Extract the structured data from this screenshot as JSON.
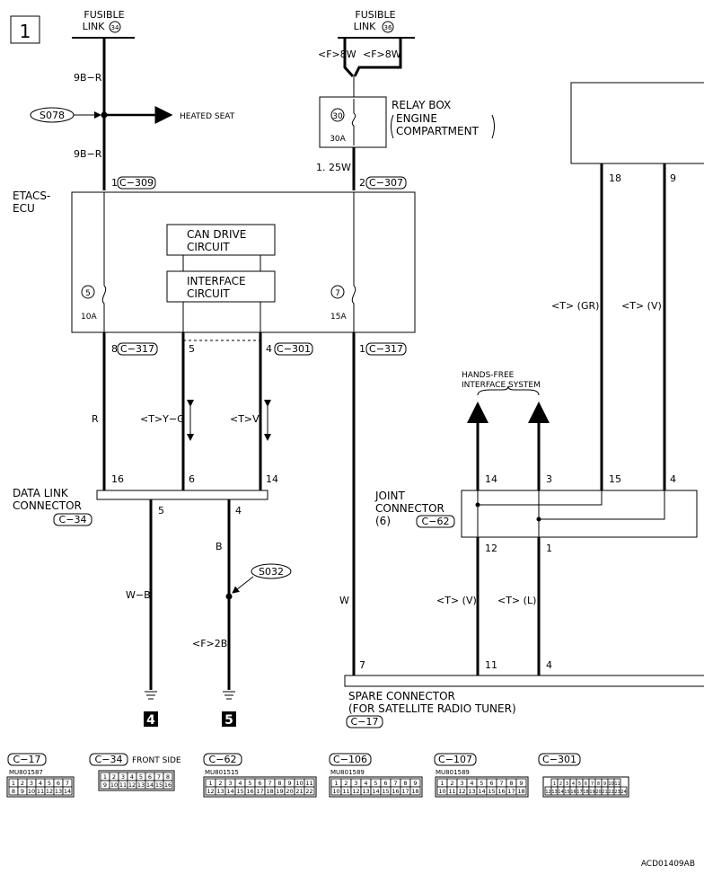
{
  "page": {
    "number": "1",
    "ref_code": "ACD01409AB"
  },
  "fusible_links": [
    {
      "line1": "FUSIBLE",
      "line2": "LINK",
      "num": "34"
    },
    {
      "line1": "FUSIBLE",
      "line2": "LINK",
      "num": "36"
    }
  ],
  "wire_labels": {
    "w_9br_top": "9B−R",
    "w_9br_bot": "9B−R",
    "f8w_left": "<F>8W",
    "f8w_right": "<F>8W",
    "w_125w": "1. 25W",
    "w_r": "R",
    "w_tyg": "<T>Y−G",
    "w_tv": "<T>V",
    "w_wb": "W−B",
    "w_b": "B",
    "w_f2b": "<F>2B",
    "w_w": "W",
    "w_tgr": "<T> (GR)",
    "w_tv2": "<T> (V)",
    "w_tv3": "<T> (V)",
    "w_tl": "<T> (L)"
  },
  "splices": {
    "s078": "S078",
    "s032": "S032"
  },
  "heated_seat": "HEATED SEAT",
  "relay_box": {
    "line1": "RELAY BOX",
    "line2": "ENGINE",
    "line3": "COMPARTMENT",
    "fuse_num": "30",
    "fuse_amp": "30A"
  },
  "etacs": {
    "line1": "ETACS-",
    "line2": "ECU",
    "fuse5_num": "5",
    "fuse5_amp": "10A",
    "fuse7_num": "7",
    "fuse7_amp": "15A",
    "can1": "CAN DRIVE",
    "can2": "CIRCUIT",
    "if1": "INTERFACE",
    "if2": "CIRCUIT"
  },
  "pins": {
    "p1": "1",
    "c309": "C−309",
    "p2": "2",
    "c307": "C−307",
    "p8": "8",
    "c317a": "C−317",
    "p5": "5",
    "p4": "4",
    "c301": "C−301",
    "p1b": "1",
    "c317b": "C−317",
    "p18": "18",
    "p9": "9",
    "p16": "16",
    "p6": "6",
    "p14": "14",
    "p5b": "5",
    "p4b": "4",
    "p14b": "14",
    "p3": "3",
    "p15": "15",
    "p4c": "4",
    "p12": "12",
    "p1c": "1",
    "p7": "7",
    "p11": "11",
    "p4d": "4"
  },
  "data_link": {
    "line1": "DATA LINK",
    "line2": "CONNECTOR",
    "conn": "C−34"
  },
  "hands_free": {
    "line1": "HANDS-FREE",
    "line2": "INTERFACE SYSTEM"
  },
  "joint": {
    "line1": "JOINT",
    "line2": "CONNECTOR",
    "line3": "(6)",
    "conn": "C−62"
  },
  "spare": {
    "line1": "SPARE CONNECTOR",
    "line2": "(FOR SATELLITE RADIO TUNER)",
    "conn": "C−17"
  },
  "grounds": {
    "g4": "4",
    "g5": "5"
  },
  "connector_views": [
    {
      "name": "C−17",
      "part": "MU801587",
      "row1": [
        "1",
        "2",
        "3",
        "4",
        "5",
        "6",
        "7"
      ],
      "row2": [
        "8",
        "9",
        "10",
        "11",
        "12",
        "13",
        "14"
      ]
    },
    {
      "name": "C−34",
      "suffix": "FRONT SIDE",
      "row1": [
        "1",
        "2",
        "3",
        "4",
        "5",
        "6",
        "7",
        "8"
      ],
      "row2": [
        "9",
        "10",
        "11",
        "12",
        "13",
        "14",
        "15",
        "16"
      ]
    },
    {
      "name": "C−62",
      "part": "MU801515",
      "row1": [
        "1",
        "2",
        "3",
        "4",
        "5",
        "6",
        "7",
        "8",
        "9",
        "10",
        "11"
      ],
      "row2": [
        "12",
        "13",
        "14",
        "15",
        "16",
        "17",
        "18",
        "19",
        "20",
        "21",
        "22"
      ]
    },
    {
      "name": "C−106",
      "part": "MU801589",
      "row1": [
        "1",
        "2",
        "3",
        "4",
        "5",
        "6",
        "7",
        "8",
        "9"
      ],
      "row2": [
        "10",
        "11",
        "12",
        "13",
        "14",
        "15",
        "16",
        "17",
        "18"
      ]
    },
    {
      "name": "C−107",
      "part": "MU801589",
      "row1": [
        "1",
        "2",
        "3",
        "4",
        "5",
        "6",
        "7",
        "8",
        "9"
      ],
      "row2": [
        "10",
        "11",
        "12",
        "13",
        "14",
        "15",
        "16",
        "17",
        "18"
      ]
    },
    {
      "name": "C−301",
      "row1": [
        "1",
        "2",
        "3",
        "4",
        "5",
        "6",
        "7",
        "8",
        "9",
        "10",
        "11"
      ],
      "row2": [
        "12",
        "13",
        "14",
        "15",
        "16",
        "17",
        "18",
        "19",
        "20",
        "21",
        "22",
        "23",
        "24"
      ]
    }
  ]
}
